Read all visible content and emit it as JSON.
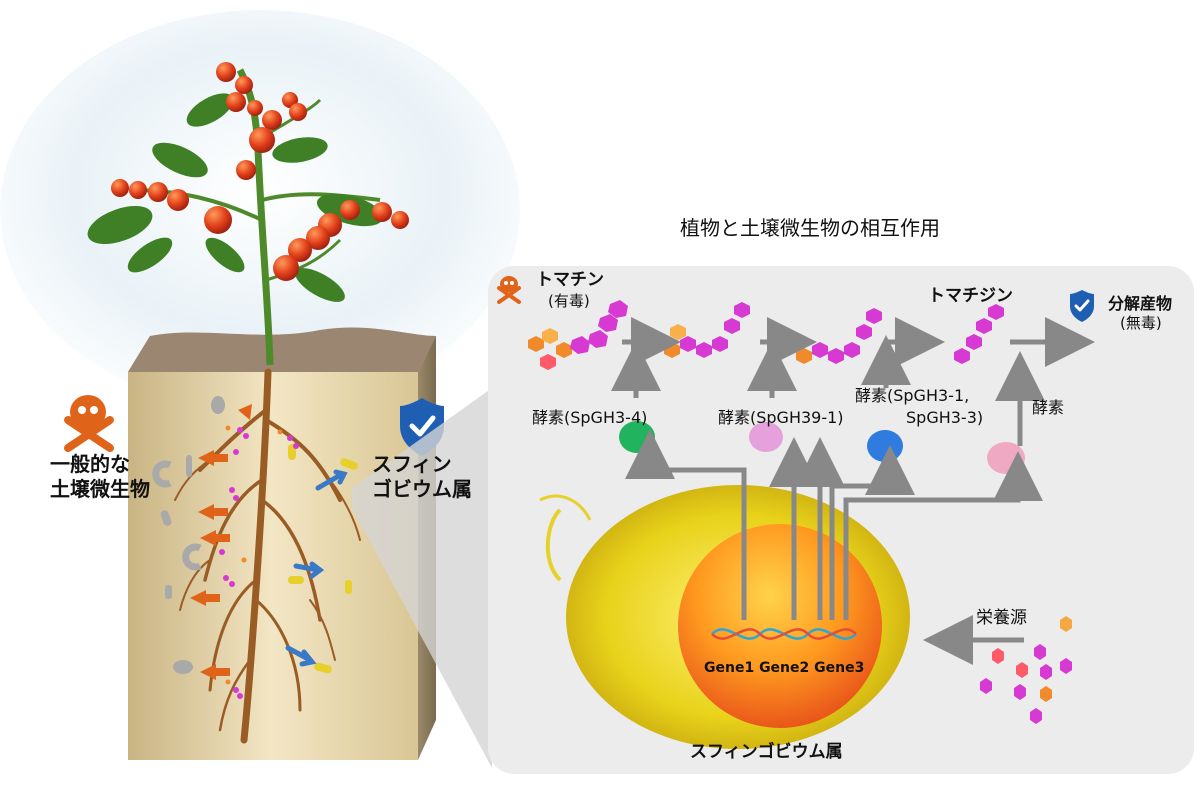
{
  "title": "植物と土壌微生物の相互作用",
  "soil": {
    "common_microbes": [
      "一般的な",
      "土壌微生物"
    ],
    "sphingobium": [
      "スフィン",
      "ゴビウム属"
    ]
  },
  "pathway": {
    "tomatine": "トマチン",
    "tomatine_toxicity": "(有毒)",
    "tomatidine": "トマチジン",
    "products": "分解産物",
    "products_toxicity": "(無毒)",
    "enzyme1": "酵素(SpGH3-4)",
    "enzyme2": "酵素(SpGH39-1)",
    "enzyme3_line1": "酵素(SpGH3-1,",
    "enzyme3_line2": "SpGH3-3)",
    "enzyme4": "酵素"
  },
  "cell": {
    "genes": "Gene1 Gene2 Gene3",
    "name": "スフィンゴビウム属",
    "nutrients": "栄養源"
  },
  "icons": {
    "toxic": "skull-crossbones-icon",
    "safe": "shield-check-icon"
  },
  "colors": {
    "molecule": "#d63ad3",
    "sugar_orange": "#f08a2a",
    "arrow_gray": "#888888",
    "arrow_orange": "#e0631a",
    "arrow_blue": "#3a78c8",
    "panel_bg": "#ececec",
    "shield_blue": "#1f5fb3",
    "cell_yellow": "#e8d21a"
  }
}
